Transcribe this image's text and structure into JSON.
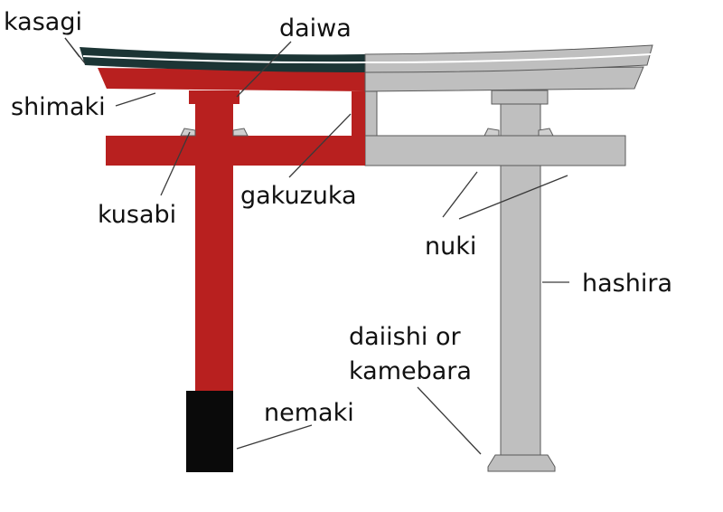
{
  "labels": {
    "kasagi": "kasagi",
    "daiwa": "daiwa",
    "shimaki": "shimaki",
    "kusabi": "kusabi",
    "gakuzuka": "gakuzuka",
    "nuki": "nuki",
    "hashira": "hashira",
    "daiishi_line1": "daiishi or",
    "daiishi_line2": "kamebara",
    "nemaki": "nemaki"
  },
  "colors": {
    "vermilion": "#b8201f",
    "kasagi_dark": "#1c3535",
    "gray": "#bfbfbf",
    "nemaki_black": "#0a0a0a",
    "wedge_gray": "#cfcfcf"
  }
}
